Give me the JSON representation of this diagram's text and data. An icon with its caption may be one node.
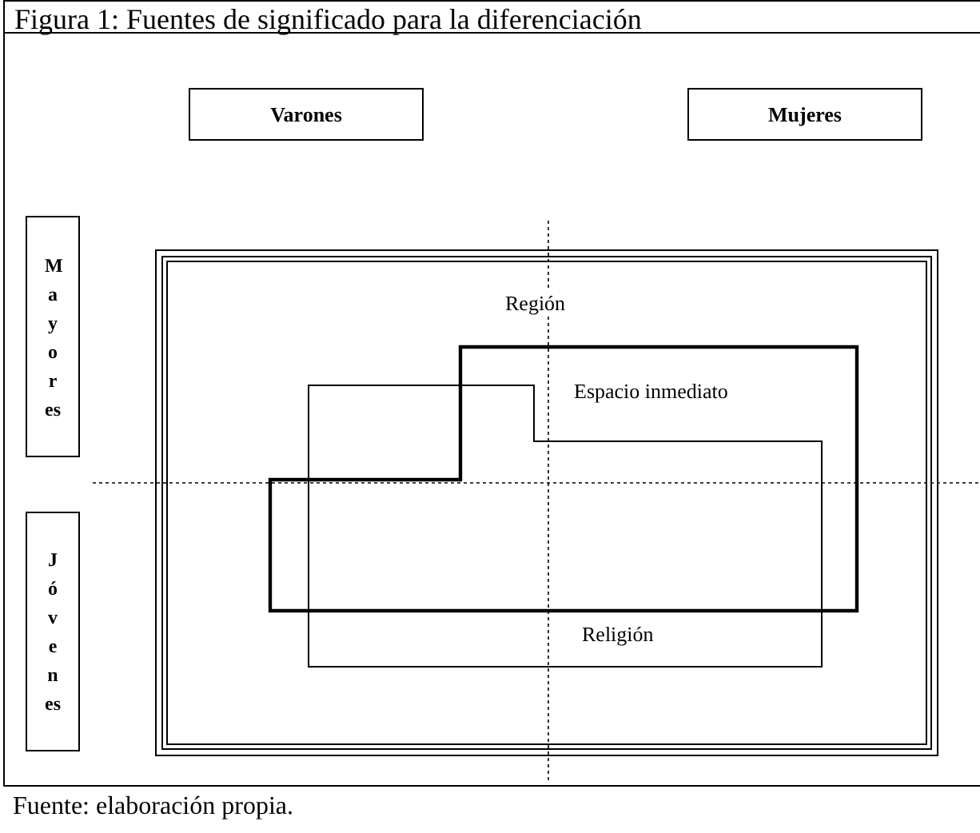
{
  "diagram": {
    "title": "Figura 1: Fuentes de significado para la diferenciación",
    "caption": "Fuente: elaboración propia.",
    "nodes": [
      {
        "text": [
          "Varones"
        ]
      },
      {
        "text": [
          "Mujeres"
        ]
      },
      {
        "text": [
          "Mayores"
        ]
      },
      {
        "text": [
          "Jóvenes"
        ]
      },
      {
        "text": [
          "Región"
        ]
      },
      {
        "text": [
          "Espacio inmediato"
        ],
        "in": 4
      },
      {
        "text": [
          "Religión"
        ],
        "in": 4
      }
    ],
    "edges": []
  }
}
